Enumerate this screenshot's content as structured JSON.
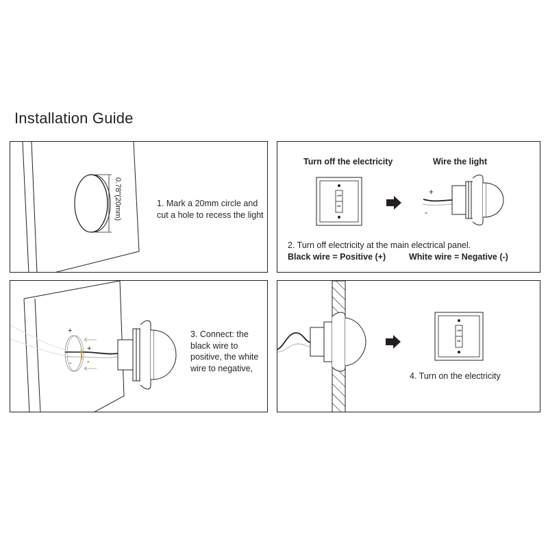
{
  "page": {
    "title": "Installation Guide"
  },
  "steps": {
    "step1": {
      "text": "1. Mark a 20mm circle and cut a hole to recess the light",
      "dimension": "0.78\"(20mm)"
    },
    "step2": {
      "heading_off": "Turn off the electricity",
      "heading_wire": "Wire the light",
      "text": "2. Turn off electricity at the main electrical panel.",
      "black_wire": "Black wire = Positive (+)",
      "white_wire": "White wire = Negative (-)",
      "plus": "+",
      "minus": "-"
    },
    "step3": {
      "text": "3. Connect: the black wire to positive, the white wire to negative,",
      "plus": "+",
      "minus": "-"
    },
    "step4": {
      "text": "4. Turn on the electricity"
    }
  },
  "switch": {
    "off_label": "OFF",
    "on_label": "ON"
  },
  "colors": {
    "ink": "#231f20",
    "wire_white": "#bbbbbb",
    "wire_gold": "#c9a04a"
  }
}
